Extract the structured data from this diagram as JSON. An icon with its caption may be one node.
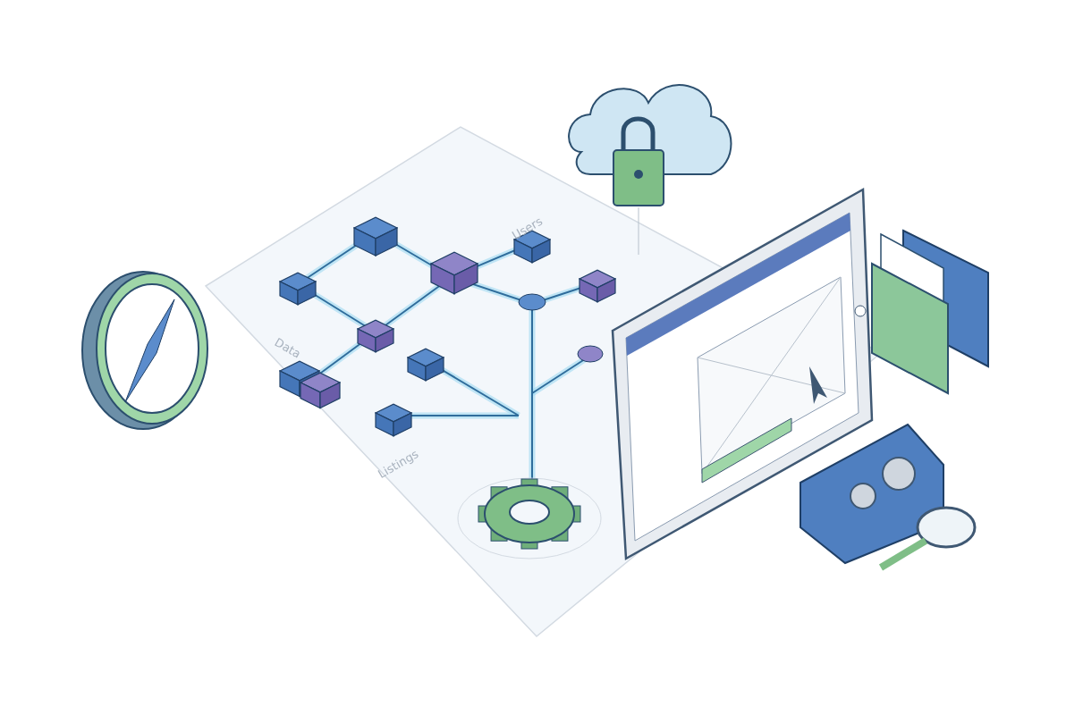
{
  "diagram": {
    "labels": [
      "Users",
      "Data",
      "Listings"
    ]
  }
}
